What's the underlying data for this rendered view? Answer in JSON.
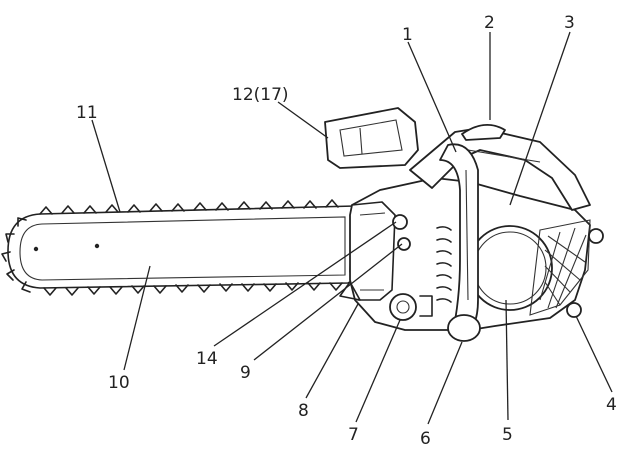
{
  "diagram": {
    "callouts": [
      {
        "id": "c1",
        "label": "1"
      },
      {
        "id": "c2",
        "label": "2"
      },
      {
        "id": "c3",
        "label": "3"
      },
      {
        "id": "c4",
        "label": "4"
      },
      {
        "id": "c5",
        "label": "5"
      },
      {
        "id": "c6",
        "label": "6"
      },
      {
        "id": "c7",
        "label": "7"
      },
      {
        "id": "c8",
        "label": "8"
      },
      {
        "id": "c9",
        "label": "9"
      },
      {
        "id": "c10",
        "label": "10"
      },
      {
        "id": "c11",
        "label": "11"
      },
      {
        "id": "c12",
        "label": "12(17)"
      },
      {
        "id": "c14",
        "label": "14"
      }
    ]
  }
}
